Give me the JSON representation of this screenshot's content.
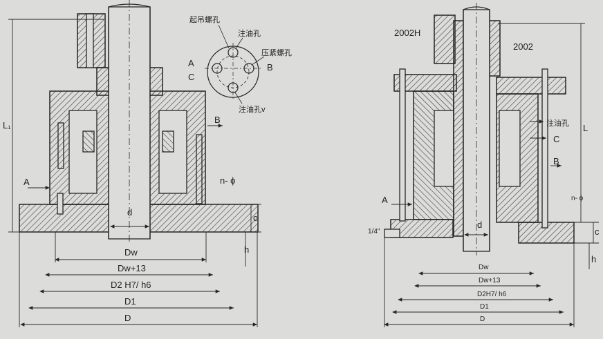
{
  "left_view": {
    "L1": "L₁",
    "A": "A",
    "B": "B",
    "n_phi": "n- ϕ",
    "d": "d",
    "c": "c",
    "h": "h",
    "Dw": "Dw",
    "Dw13": "Dw+13",
    "D2": "D2 H7/ h6",
    "D1": "D1",
    "D": "D"
  },
  "flange_detail": {
    "lifting_hole": "起吊螺孔",
    "oil_hole_top": "注油孔",
    "press_hole": "压紧螺孔",
    "oil_hole_bottom": "注油孔v",
    "A": "A",
    "B": "B",
    "C": "C"
  },
  "right_view": {
    "model_a": "2002H",
    "model_b": "2002",
    "oil_hole": "注油孔",
    "B": "B",
    "C": "C",
    "A": "A",
    "L": "L",
    "n_phi": "n- ϕ",
    "pipe": "1/4\"",
    "d": "d",
    "c": "c",
    "h": "h",
    "Dw": "Dw",
    "Dw13": "Dw+13",
    "D2": "D2H7/ h6",
    "D1": "D1",
    "D": "D"
  },
  "colors": {
    "ink": "#262626",
    "paper": "#dcdcda",
    "hatch": "#3a3a3a"
  }
}
